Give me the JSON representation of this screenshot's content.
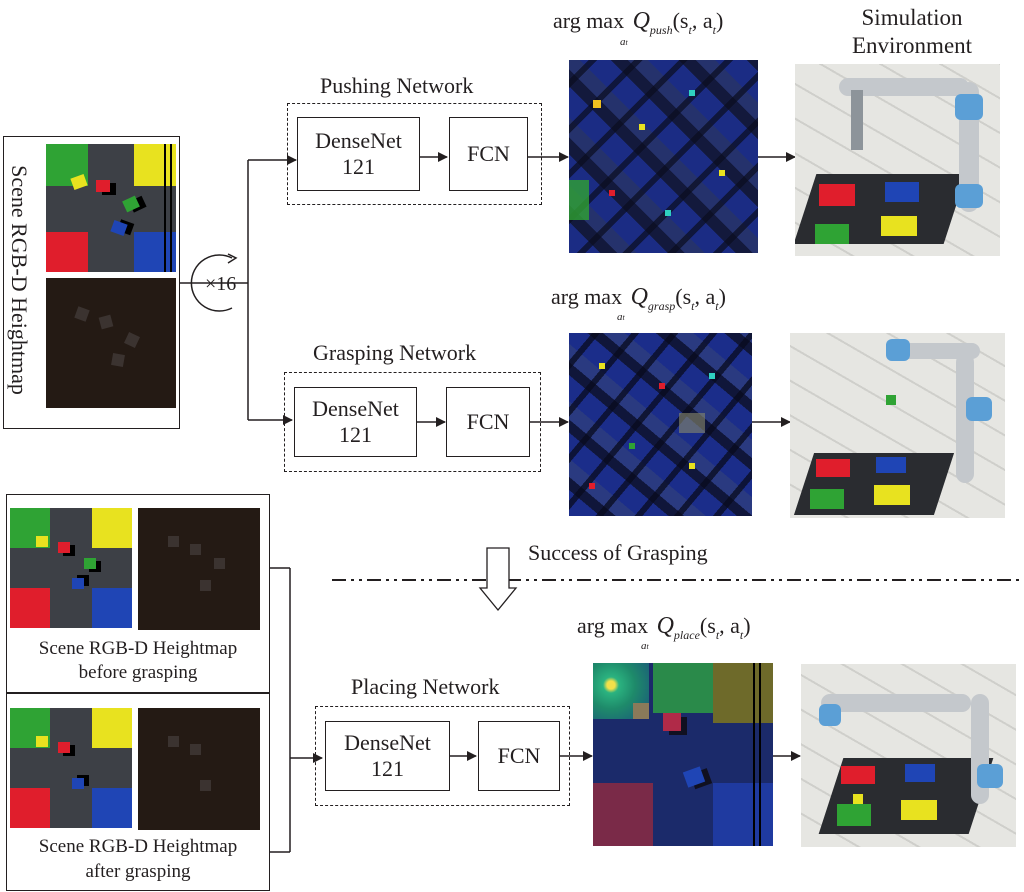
{
  "left_panel": {
    "label": "Scene RGB-D Heightmap"
  },
  "rotation": {
    "label": "×16"
  },
  "pushing": {
    "title": "Pushing Network",
    "densenet": [
      "DenseNet",
      "121"
    ],
    "fcn": "FCN",
    "formula": {
      "argmax": "arg max",
      "under": "a",
      "under_sub": "t",
      "q": "Q",
      "q_sub": "push",
      "args": "(s",
      "args_sub": "t",
      "args2": ", a",
      "args2_sub": "t",
      "close": ")"
    }
  },
  "grasping": {
    "title": "Grasping Network",
    "densenet": [
      "DenseNet",
      "121"
    ],
    "fcn": "FCN",
    "formula": {
      "argmax": "arg max",
      "under": "a",
      "under_sub": "t",
      "q": "Q",
      "q_sub": "grasp",
      "args": "(s",
      "args_sub": "t",
      "args2": ", a",
      "args2_sub": "t",
      "close": ")"
    }
  },
  "placing": {
    "title": "Placing Network",
    "densenet": [
      "DenseNet",
      "121"
    ],
    "fcn": "FCN",
    "formula": {
      "argmax": "arg max",
      "under": "a",
      "under_sub": "t",
      "q": "Q",
      "q_sub": "place",
      "args": "(s",
      "args_sub": "t",
      "args2": ", a",
      "args2_sub": "t",
      "close": ")"
    }
  },
  "simulation": {
    "line1": "Simulation",
    "line2": "Environment"
  },
  "success": {
    "label": "Success of Grasping"
  },
  "before": {
    "line1": "Scene RGB-D Heightmap",
    "line2": "before grasping"
  },
  "after": {
    "line1": "Scene RGB-D Heightmap",
    "line2": "after grasping"
  },
  "colors": {
    "green": "#2fa334",
    "yellow": "#e8e21f",
    "red": "#e01e2c",
    "blue": "#1f45b5",
    "gray": "#3d4046",
    "dark": "#241a14",
    "line": "#231f20"
  }
}
